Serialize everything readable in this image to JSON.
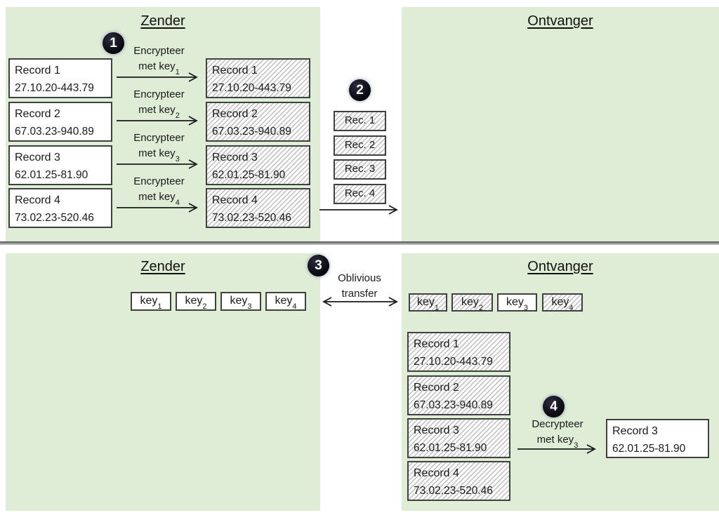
{
  "titles": {
    "sender": "Zender",
    "receiver": "Ontvanger"
  },
  "badges": {
    "step1": "1",
    "step2": "2",
    "step3": "3",
    "step4": "4"
  },
  "records": [
    {
      "name": "Record 1",
      "value": "27.10.20-443.79"
    },
    {
      "name": "Record 2",
      "value": "67.03.23-940.89"
    },
    {
      "name": "Record 3",
      "value": "62.01.25-81.90"
    },
    {
      "name": "Record 4",
      "value": "73.02.23-520.46"
    }
  ],
  "encrypt_labels": [
    {
      "line1": "Encrypteer",
      "line2_prefix": "met key",
      "line2_sub": "1"
    },
    {
      "line1": "Encrypteer",
      "line2_prefix": "met key",
      "line2_sub": "2"
    },
    {
      "line1": "Encrypteer",
      "line2_prefix": "met key",
      "line2_sub": "3"
    },
    {
      "line1": "Encrypteer",
      "line2_prefix": "met key",
      "line2_sub": "4"
    }
  ],
  "rec_chips": [
    "Rec. 1",
    "Rec. 2",
    "Rec. 3",
    "Rec. 4"
  ],
  "sender_keys": [
    {
      "prefix": "key",
      "sub": "1"
    },
    {
      "prefix": "key",
      "sub": "2"
    },
    {
      "prefix": "key",
      "sub": "3"
    },
    {
      "prefix": "key",
      "sub": "4"
    }
  ],
  "receiver_keys": [
    {
      "prefix": "key",
      "sub": "1",
      "encrypted": true
    },
    {
      "prefix": "key",
      "sub": "2",
      "encrypted": true
    },
    {
      "prefix": "key",
      "sub": "3",
      "encrypted": false
    },
    {
      "prefix": "key",
      "sub": "4",
      "encrypted": true
    }
  ],
  "oblivious_label": {
    "line1": "Oblivious",
    "line2": "transfer"
  },
  "decrypt_label": {
    "line1": "Decrypteer",
    "line2_prefix": "met key",
    "line2_sub": "3"
  },
  "decrypted_record_index": 2,
  "colors": {
    "panel_green": "#dfecd6",
    "box_border": "#404040",
    "hatch_line": "#bdbdbd",
    "badge_bg": "#05050c",
    "arrow": "#1a1a1a"
  }
}
